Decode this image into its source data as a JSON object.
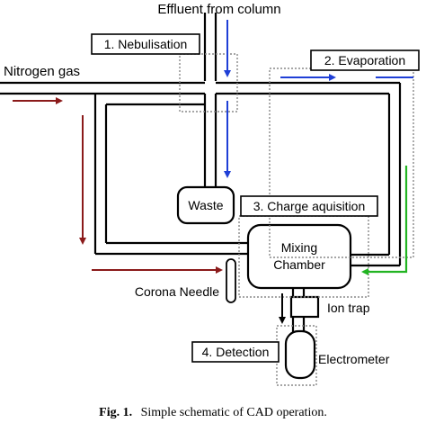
{
  "labels": {
    "effluent": "Effluent from column",
    "nitrogen": "Nitrogen gas",
    "waste": "Waste",
    "mixing_line1": "Mixing",
    "mixing_line2": "Chamber",
    "corona": "Corona Needle",
    "ion_trap": "Ion trap",
    "electrometer": "Electrometer"
  },
  "stages": {
    "nebulisation": "1. Nebulisation",
    "evaporation": "2. Evaporation",
    "charge": "3. Charge aquisition",
    "detection": "4. Detection"
  },
  "caption": {
    "fig": "Fig. 1.",
    "text": "Simple schematic of CAD operation."
  },
  "colors": {
    "pipe": "#000000",
    "blue_arrow": "#1f3fd6",
    "red_arrow": "#8b1a1a",
    "green_arrow": "#22b422",
    "dotted": "#888888"
  }
}
